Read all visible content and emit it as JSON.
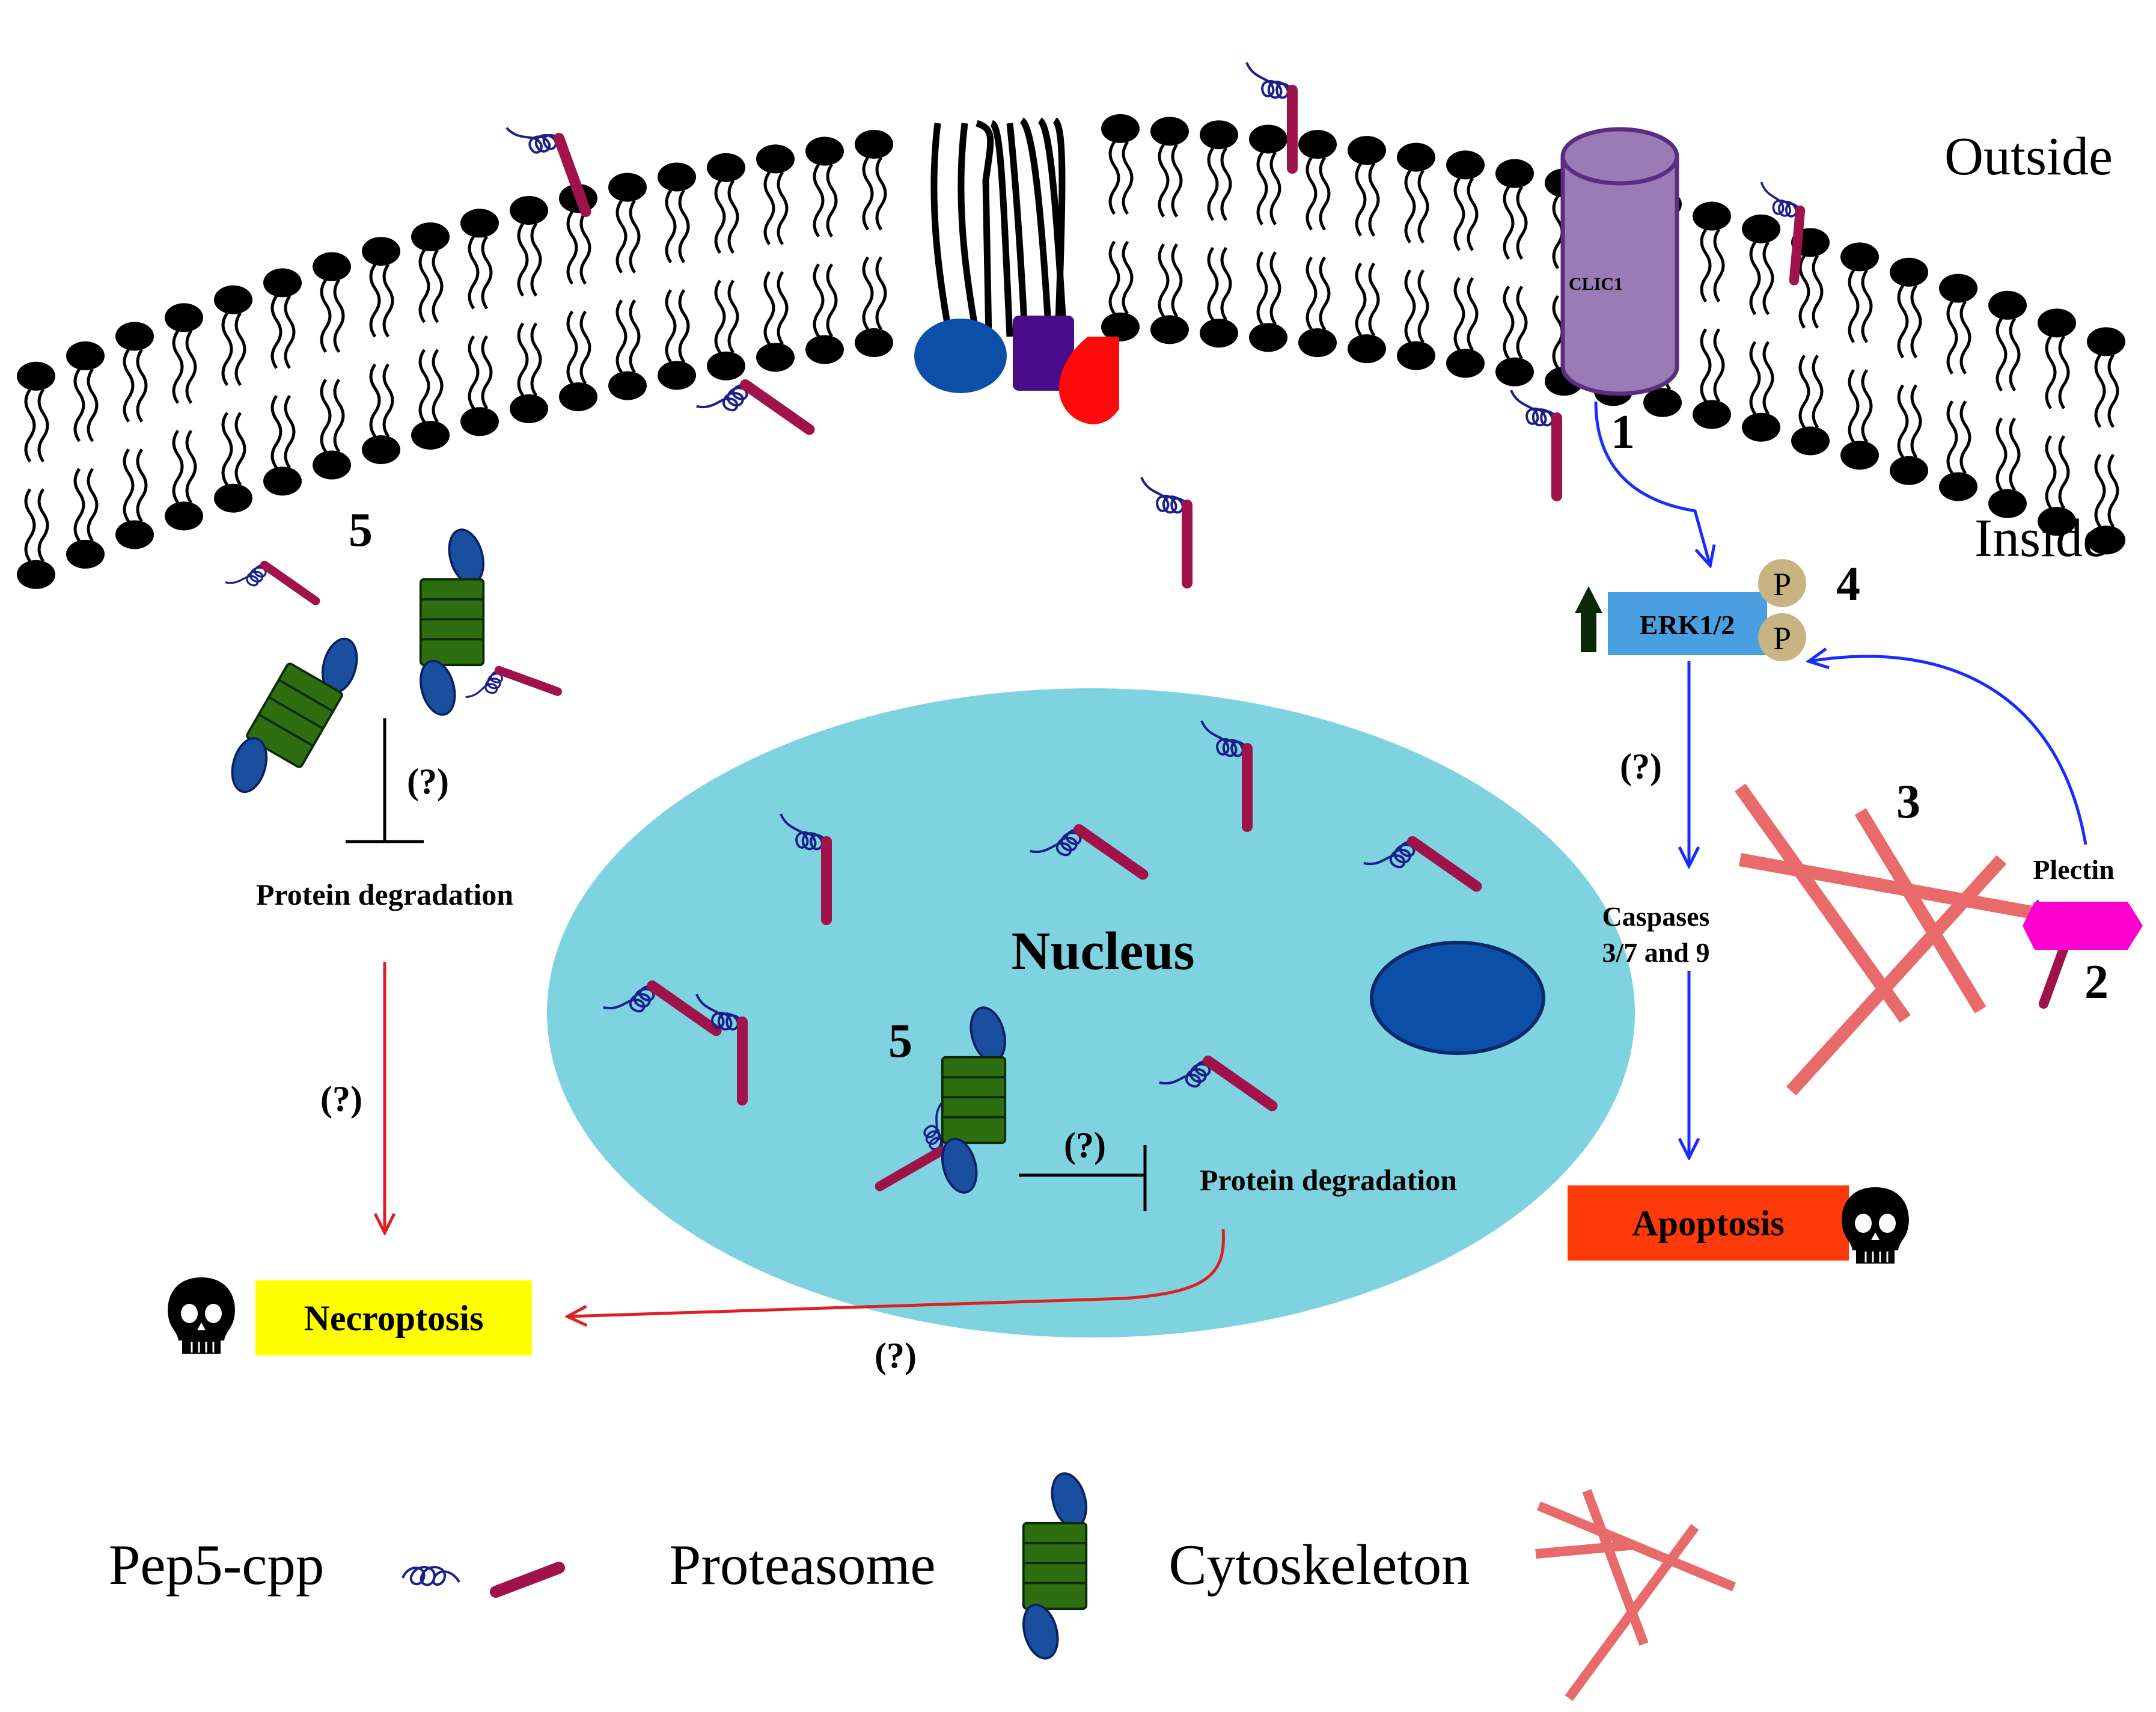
{
  "labels": {
    "outside": "Outside",
    "inside": "Inside",
    "clic1": "CLIC1",
    "erk": "ERK1/2",
    "phospho": "P",
    "plectin": "Plectin",
    "caspases_line1": "Caspases",
    "caspases_line2": "3/7 and 9",
    "apoptosis": "Apoptosis",
    "necroptosis": "Necroptosis",
    "nucleus": "Nucleus",
    "protein_degradation": "Protein degradation",
    "question": "(?)",
    "num1": "1",
    "num2": "2",
    "num3": "3",
    "num4": "4",
    "num5": "5"
  },
  "legend": {
    "pep5": "Pep5-cpp",
    "proteasome": "Proteasome",
    "cytoskeleton": "Cytoskeleton"
  },
  "colors": {
    "nucleus": "#7fd3e0",
    "clic1": "#9a7bb5",
    "erk": "#4a9fe0",
    "phospho": "#c8b483",
    "plectin": "#ff00d0",
    "apoptosis": "#ff3a0a",
    "necroptosis": "#ffff00",
    "peptide": "#a0124a",
    "coil": "#1a1f8a",
    "proteasome_core": "#2e6e10",
    "proteasome_cap": "#1a4fa0",
    "cytoskeleton": "#e86a6a",
    "pathway_blue": "#1a2bff",
    "pathway_red": "#e02020"
  },
  "icons": [
    "skull-icon",
    "up-arrow-icon"
  ]
}
